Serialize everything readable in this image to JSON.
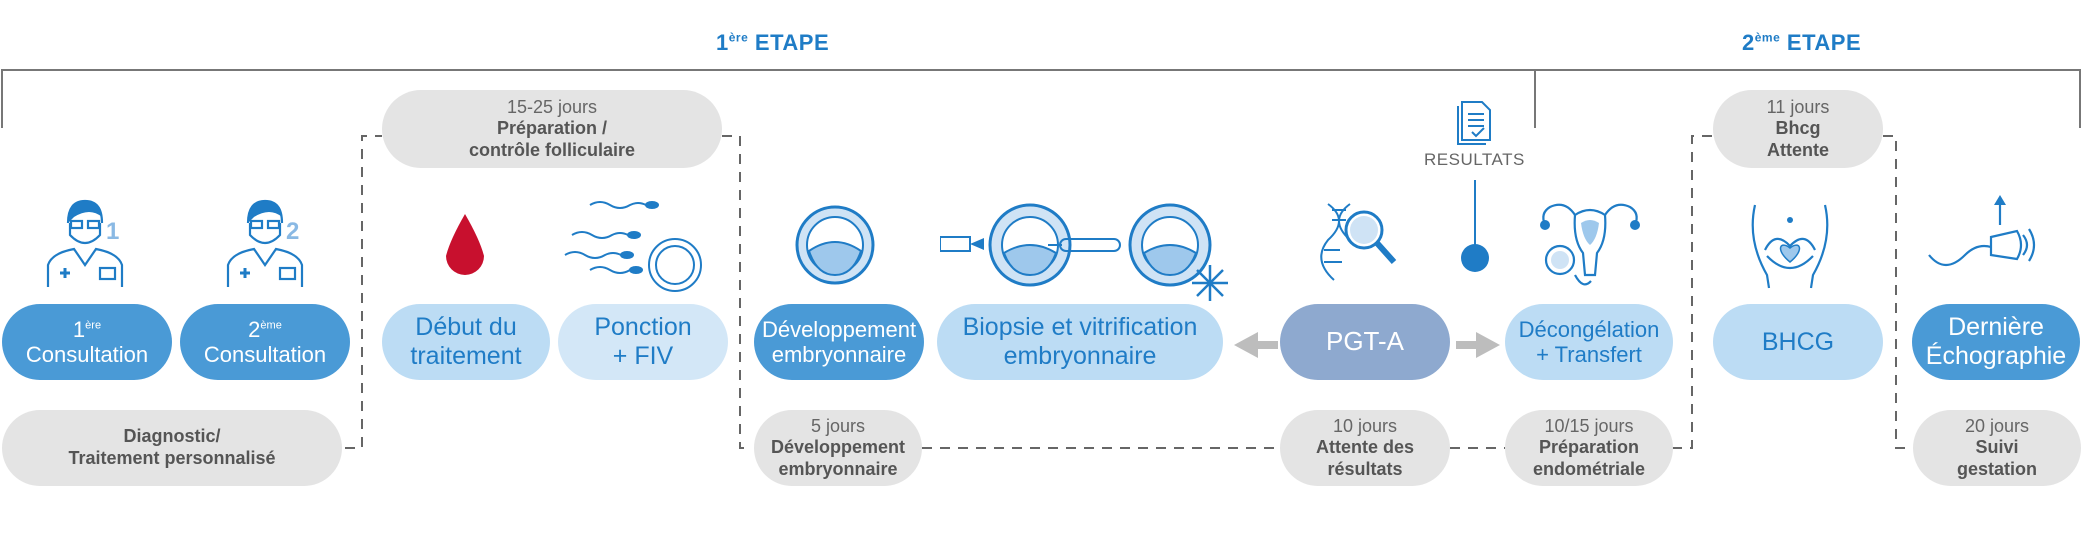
{
  "stages": {
    "first": {
      "num": "1",
      "sup": "ère",
      "label": "ETAPE"
    },
    "second": {
      "num": "2",
      "sup": "ème",
      "label": "ETAPE"
    }
  },
  "main_steps": {
    "consult1": {
      "num": "1",
      "sup": "ère",
      "label": "Consultation"
    },
    "consult2": {
      "num": "2",
      "sup": "ème",
      "label": "Consultation"
    },
    "debut": {
      "line1": "Début du",
      "line2": "traitement"
    },
    "ponction": {
      "line1": "Ponction",
      "line2": "+ FIV"
    },
    "developpement": {
      "line1": "Développement",
      "line2": "embryonnaire"
    },
    "biopsie": {
      "line1": "Biopsie et vitrification",
      "line2": "embryonnaire"
    },
    "pgta": {
      "label": "PGT-A"
    },
    "decongelation": {
      "line1": "Décongélation",
      "line2": "+ Transfert"
    },
    "bhcg": {
      "label": "BHCG"
    },
    "derniere": {
      "line1": "Dernière",
      "line2": "Échographie"
    }
  },
  "info_boxes": {
    "preparation": {
      "top": "15-25 jours",
      "line1": "Préparation /",
      "line2": "contrôle folliculaire"
    },
    "bhcg_wait": {
      "top": "11 jours",
      "line1": "Bhcg",
      "line2": "Attente"
    },
    "diagnostic": {
      "line1": "Diagnostic/",
      "line2": "Traitement personnalisé"
    },
    "dev_days": {
      "top": "5 jours",
      "line1": "Développement",
      "line2": "embryonnaire"
    },
    "results_wait": {
      "top": "10 jours",
      "line1": "Attente des",
      "line2": "résultats"
    },
    "endometrial": {
      "top": "10/15 jours",
      "line1": "Préparation",
      "line2": "endométriale"
    },
    "gestation": {
      "top": "20 jours",
      "line1": "Suivi",
      "line2": "gestation"
    }
  },
  "results_label": "RESULTATS",
  "icons": {
    "doctor1": "doctor-icon",
    "doctor2": "doctor-icon",
    "blood": "blood-drop-icon",
    "sperm": "sperm-egg-icon",
    "embryo": "embryo-icon",
    "biopsy": "biopsy-icon",
    "dna": "dna-magnifier-icon",
    "uterus": "uterus-icon",
    "document": "document-icon",
    "belly": "pregnant-belly-icon",
    "ultrasound": "ultrasound-probe-icon"
  },
  "colors": {
    "accent": "#1f7cc6",
    "dark_pill": "#4a9ad6",
    "light_pill": "#bcdcf4",
    "gray_pill": "#8ea9cf",
    "info_bg": "#e4e4e4",
    "bracket": "#777777"
  }
}
